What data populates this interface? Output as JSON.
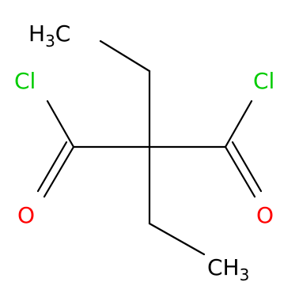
{
  "molecule": {
    "atoms": {
      "cl_left": {
        "symbol": "Cl",
        "color": "#00cc00"
      },
      "cl_right": {
        "symbol": "Cl",
        "color": "#00cc00"
      },
      "o_left": {
        "symbol": "O",
        "color": "#ff0000"
      },
      "o_right": {
        "symbol": "O",
        "color": "#ff0000"
      },
      "methyl_top": {
        "main": "H",
        "sub": "3",
        "tail": "C",
        "color": "#000000"
      },
      "methyl_bottom": {
        "main": "CH",
        "sub": "3",
        "color": "#000000"
      }
    },
    "bond_color": "#000000"
  }
}
